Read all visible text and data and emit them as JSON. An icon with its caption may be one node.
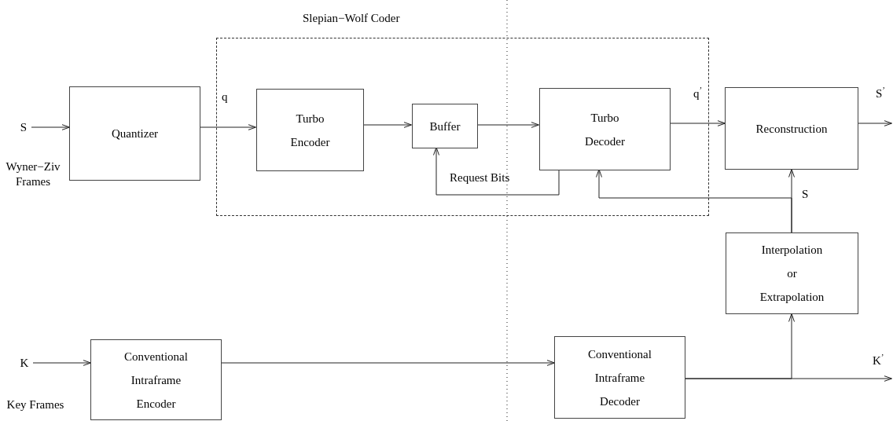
{
  "diagram": {
    "nodes": [
      {
        "text": [
          "Slepian−Wolf Coder"
        ]
      },
      {
        "text": [
          "S"
        ]
      },
      {
        "text": [
          "Quantizer"
        ]
      },
      {
        "text": [
          "Turbo Encoder"
        ],
        "in": 0
      },
      {
        "text": [
          "Buffer"
        ],
        "in": 0
      },
      {
        "text": [
          "Turbo Decoder"
        ],
        "in": 0
      },
      {
        "text": [
          "Reconstruction"
        ]
      },
      {
        "text": [
          "Interpolation or Extrapolation"
        ]
      },
      {
        "text": [
          "K"
        ]
      },
      {
        "text": [
          "Conventional Intraframe Encoder"
        ]
      },
      {
        "text": [
          "Conventional Intraframe Decoder"
        ]
      }
    ],
    "edges": [
      {
        "from": 1,
        "to": 2,
        "arrow": "to"
      },
      {
        "from": 2,
        "to": 3,
        "arrow": "to",
        "label": "q"
      },
      {
        "from": 3,
        "to": 4,
        "arrow": "to"
      },
      {
        "from": 4,
        "to": 5,
        "arrow": "to"
      },
      {
        "from": 5,
        "to": 6,
        "arrow": "to",
        "label": "q$^{’}$"
      },
      {
        "from": 6,
        "to": null,
        "arrow": "to",
        "label": "S$^{’}$"
      },
      {
        "from": 5,
        "to": 4,
        "arrow": "to",
        "label": "Request Bits"
      },
      {
        "from": 7,
        "to": 6,
        "arrow": "to",
        "label": "S"
      },
      {
        "from": 7,
        "to": 5,
        "arrow": "to"
      },
      {
        "from": 8,
        "to": 9,
        "arrow": "to"
      },
      {
        "from": 9,
        "to": 10,
        "arrow": "to"
      },
      {
        "from": 10,
        "to": null,
        "arrow": "to",
        "label": "K$^{’}$"
      },
      {
        "from": 10,
        "to": 7,
        "arrow": "to"
      }
    ],
    "labels": [
      "Wyner−Ziv Frames",
      "Key Frames"
    ]
  }
}
